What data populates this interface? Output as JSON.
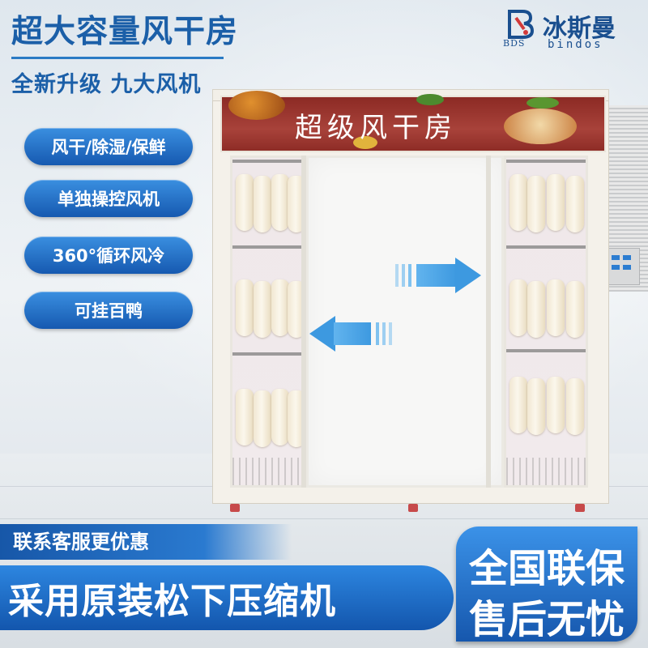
{
  "header": {
    "title": "超大容量风干房",
    "subtitle": "全新升级 九大风机"
  },
  "logo": {
    "mark_text": "BDS",
    "brand_cn": "冰斯曼",
    "brand_en": "bindos"
  },
  "features": [
    {
      "label": "风干/除湿/保鲜"
    },
    {
      "label": "单独操控风机"
    },
    {
      "label": "360°循环风冷"
    },
    {
      "label": "可挂百鸭"
    }
  ],
  "product": {
    "banner_text": "超级风干房"
  },
  "footer": {
    "contact": "联系客服更优惠",
    "compressor": "采用原装松下压缩机",
    "warranty_line1": "全国联保",
    "warranty_line2": "售后无忧"
  },
  "colors": {
    "brand_blue": "#1b5fa8",
    "pill_blue": "#2a7ad0",
    "banner_red": "#9a352f",
    "arrow_blue": "#4aa6e8"
  },
  "icons": {
    "arrow_right": "sliding-arrow-right-icon",
    "arrow_left": "sliding-arrow-left-icon",
    "logo": "bds-logo-icon"
  }
}
